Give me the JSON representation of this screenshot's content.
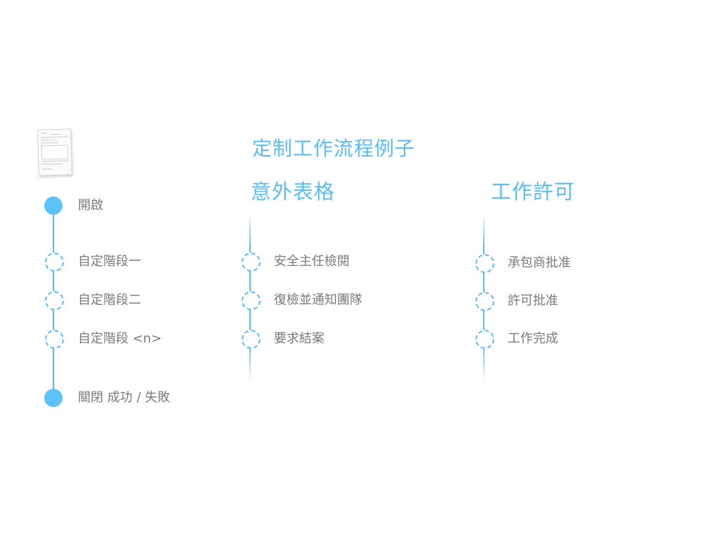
{
  "title": "定制工作流程例子",
  "columns": [
    {
      "id": "generic",
      "heading": "",
      "steps": [
        "開啟",
        "自定階段一",
        "自定階段二",
        "自定階段 <n>",
        "關閉 成功 / 失敗"
      ]
    },
    {
      "id": "incident",
      "heading": "意外表格",
      "steps": [
        "安全主任檢閱",
        "復檢並通知團隊",
        "要求結案"
      ]
    },
    {
      "id": "permit",
      "heading": "工作許可",
      "steps": [
        "承包商批准",
        "許可批准",
        "工作完成"
      ]
    }
  ],
  "colors": {
    "accent": "#5bbcf3",
    "node_fill": "#5bc2fb",
    "label": "#7a7a7a"
  },
  "icons": {
    "document": "document-thumbnail-icon"
  }
}
